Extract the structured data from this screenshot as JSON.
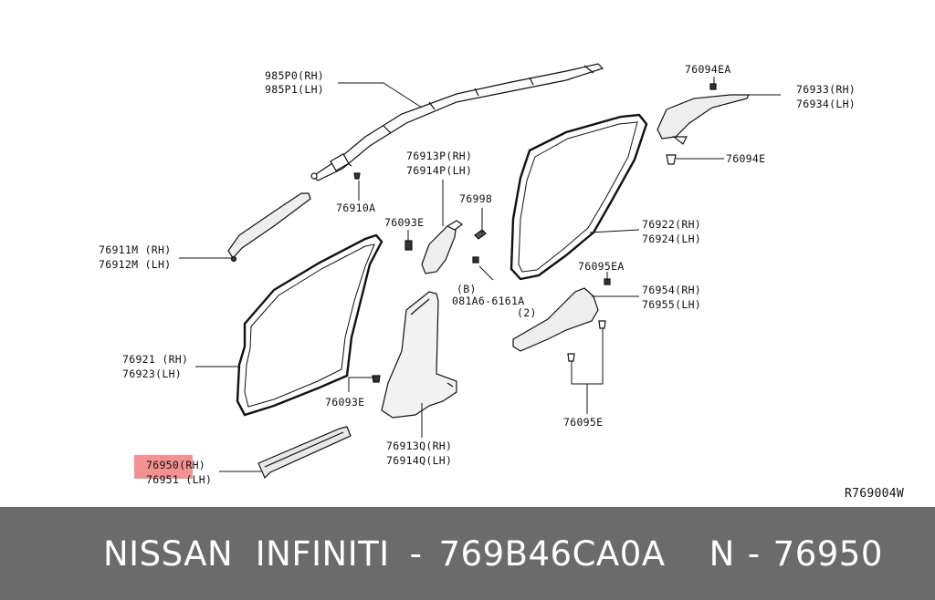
{
  "diagram": {
    "ref_code": "R769004W",
    "labels": {
      "airbag": [
        "985P0(RH)",
        "985P1(LH)"
      ],
      "clip_76094ea": "76094EA",
      "rear_pillar": [
        "76933(RH)",
        "76934(LH)"
      ],
      "clip_76094e": "76094E",
      "clip_76910a": "76910A",
      "upper_pillar": [
        "76913P(RH)",
        "76914P(LH)"
      ],
      "part_76998": "76998",
      "clip_76093e_top": "76093E",
      "front_pillar": [
        "76911M (RH)",
        "76912M (LH)"
      ],
      "rear_weatherstrip": [
        "76922(RH)",
        "76924(LH)"
      ],
      "clip_76095ea": "76095EA",
      "bolt": [
        "(B)",
        "081A6-6161A",
        "(2)"
      ],
      "rear_kick": [
        "76954(RH)",
        "76955(LH)"
      ],
      "front_weatherstrip": [
        "76921 (RH)",
        "76923(LH)"
      ],
      "clip_76093e_low": "76093E",
      "clip_76095e": "76095E",
      "lower_pillar": [
        "76913Q(RH)",
        "76914Q(LH)"
      ],
      "sill_plate": [
        "76950(RH)",
        "76951 (LH)"
      ]
    },
    "highlight_color": "#f27d7d"
  },
  "footer": {
    "brand": "NISSAN  INFINITI",
    "sep1": "-",
    "part_number": "769B46CA0A",
    "n": "N",
    "sep2": "-",
    "number": "76950",
    "bg_color": "#6b6b6b"
  }
}
